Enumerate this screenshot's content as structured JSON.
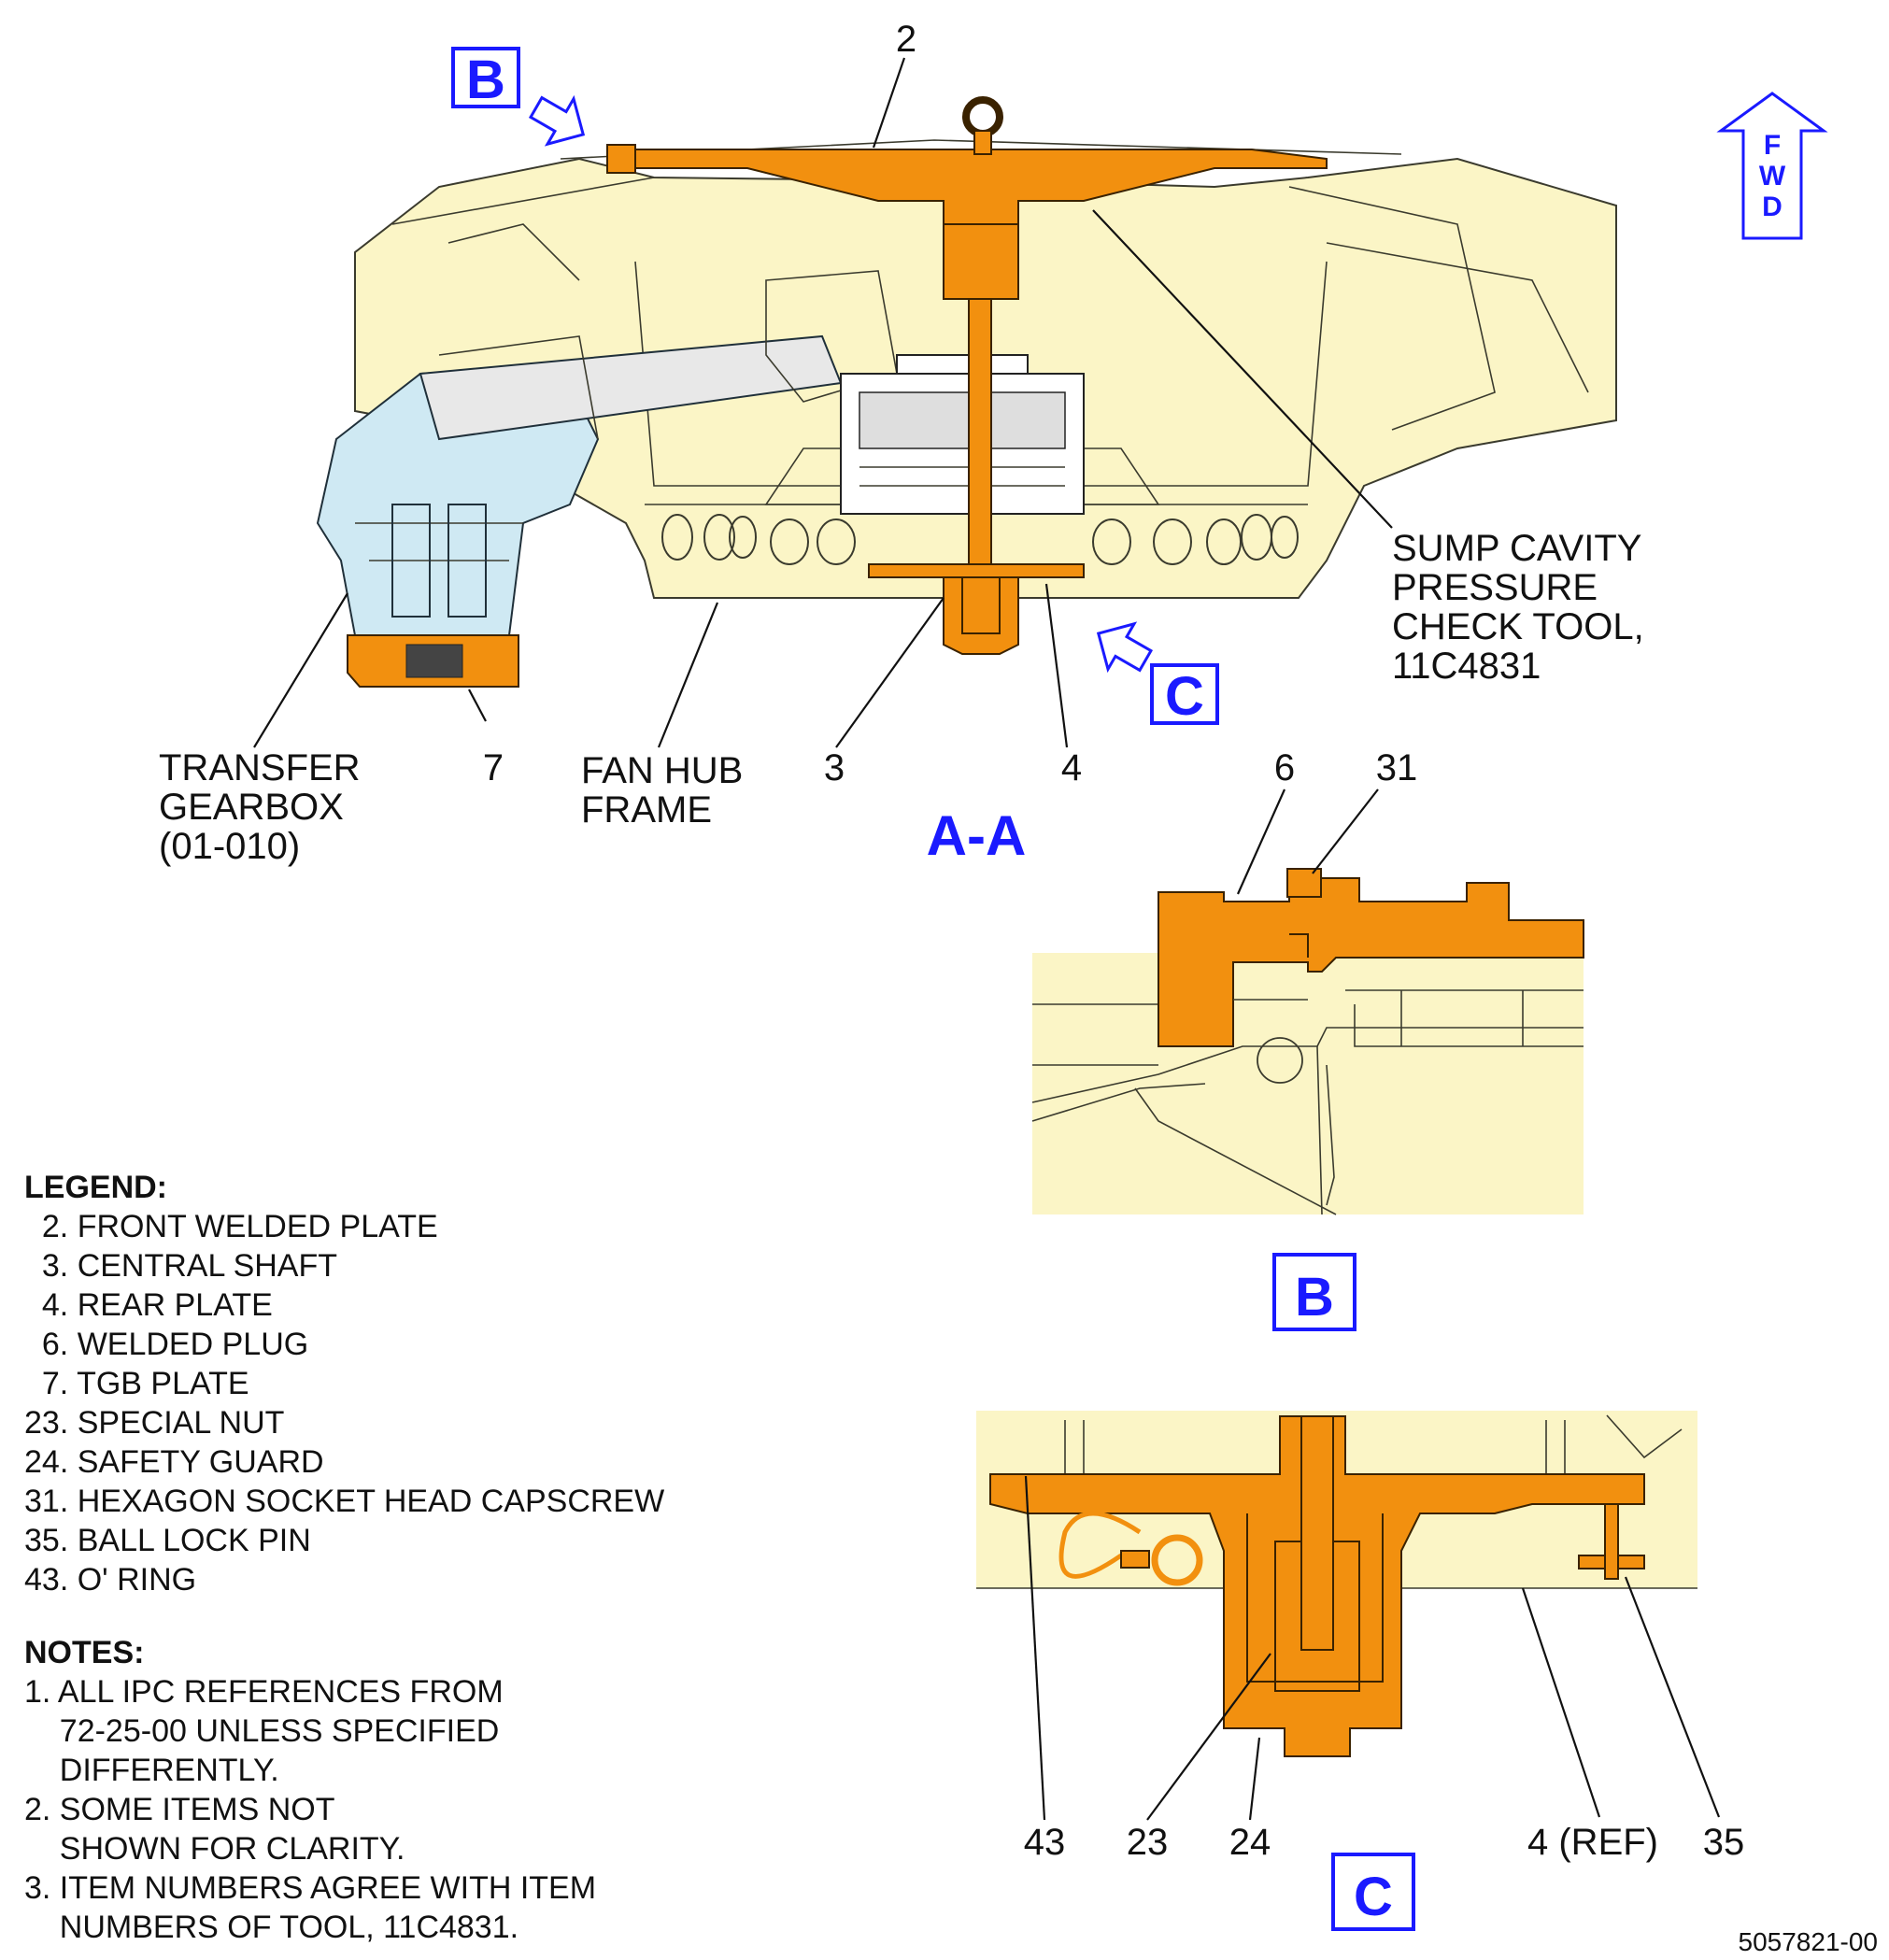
{
  "section_title": "A-A",
  "view_labels": {
    "B_top": "B",
    "C_top": "C",
    "B_detail": "B",
    "C_detail": "C"
  },
  "fwd_arrow": {
    "f": "F",
    "w": "W",
    "d": "D"
  },
  "callouts_main": {
    "item2": "2",
    "sump_line1": "SUMP CAVITY",
    "sump_line2": "PRESSURE",
    "sump_line3": "CHECK TOOL,",
    "sump_line4": "11C4831",
    "tgb_line1": "TRANSFER",
    "tgb_line2": "GEARBOX",
    "tgb_line3": "(01-010)",
    "item7": "7",
    "fan_line1": "FAN HUB",
    "fan_line2": "FRAME",
    "item3": "3",
    "item4": "4"
  },
  "callouts_detail_b": {
    "item6": "6",
    "item31": "31"
  },
  "callouts_detail_c": {
    "item43": "43",
    "item23": "23",
    "item24": "24",
    "item4ref": "4 (REF)",
    "item35": "35"
  },
  "legend": {
    "title": "LEGEND:",
    "items": [
      "  2. FRONT WELDED PLATE",
      "  3. CENTRAL SHAFT",
      "  4. REAR PLATE",
      "  6. WELDED PLUG",
      "  7. TGB PLATE",
      "23. SPECIAL NUT",
      "24. SAFETY GUARD",
      "31. HEXAGON SOCKET HEAD CAPSCREW",
      "35. BALL LOCK PIN",
      "43. O' RING"
    ]
  },
  "notes": {
    "title": "NOTES:",
    "items": [
      "1. ALL IPC REFERENCES FROM",
      "    72-25-00 UNLESS SPECIFIED",
      "    DIFFERENTLY.",
      "2. SOME ITEMS NOT",
      "    SHOWN FOR CLARITY.",
      "3. ITEM NUMBERS AGREE WITH ITEM",
      "    NUMBERS OF TOOL, 11C4831."
    ]
  },
  "drawing_number": "5057821-00",
  "colors": {
    "tool": "#f2900f",
    "frame": "#fbf5c6",
    "gearbox": "#cfe9f3",
    "view_label": "#1a1aff"
  }
}
